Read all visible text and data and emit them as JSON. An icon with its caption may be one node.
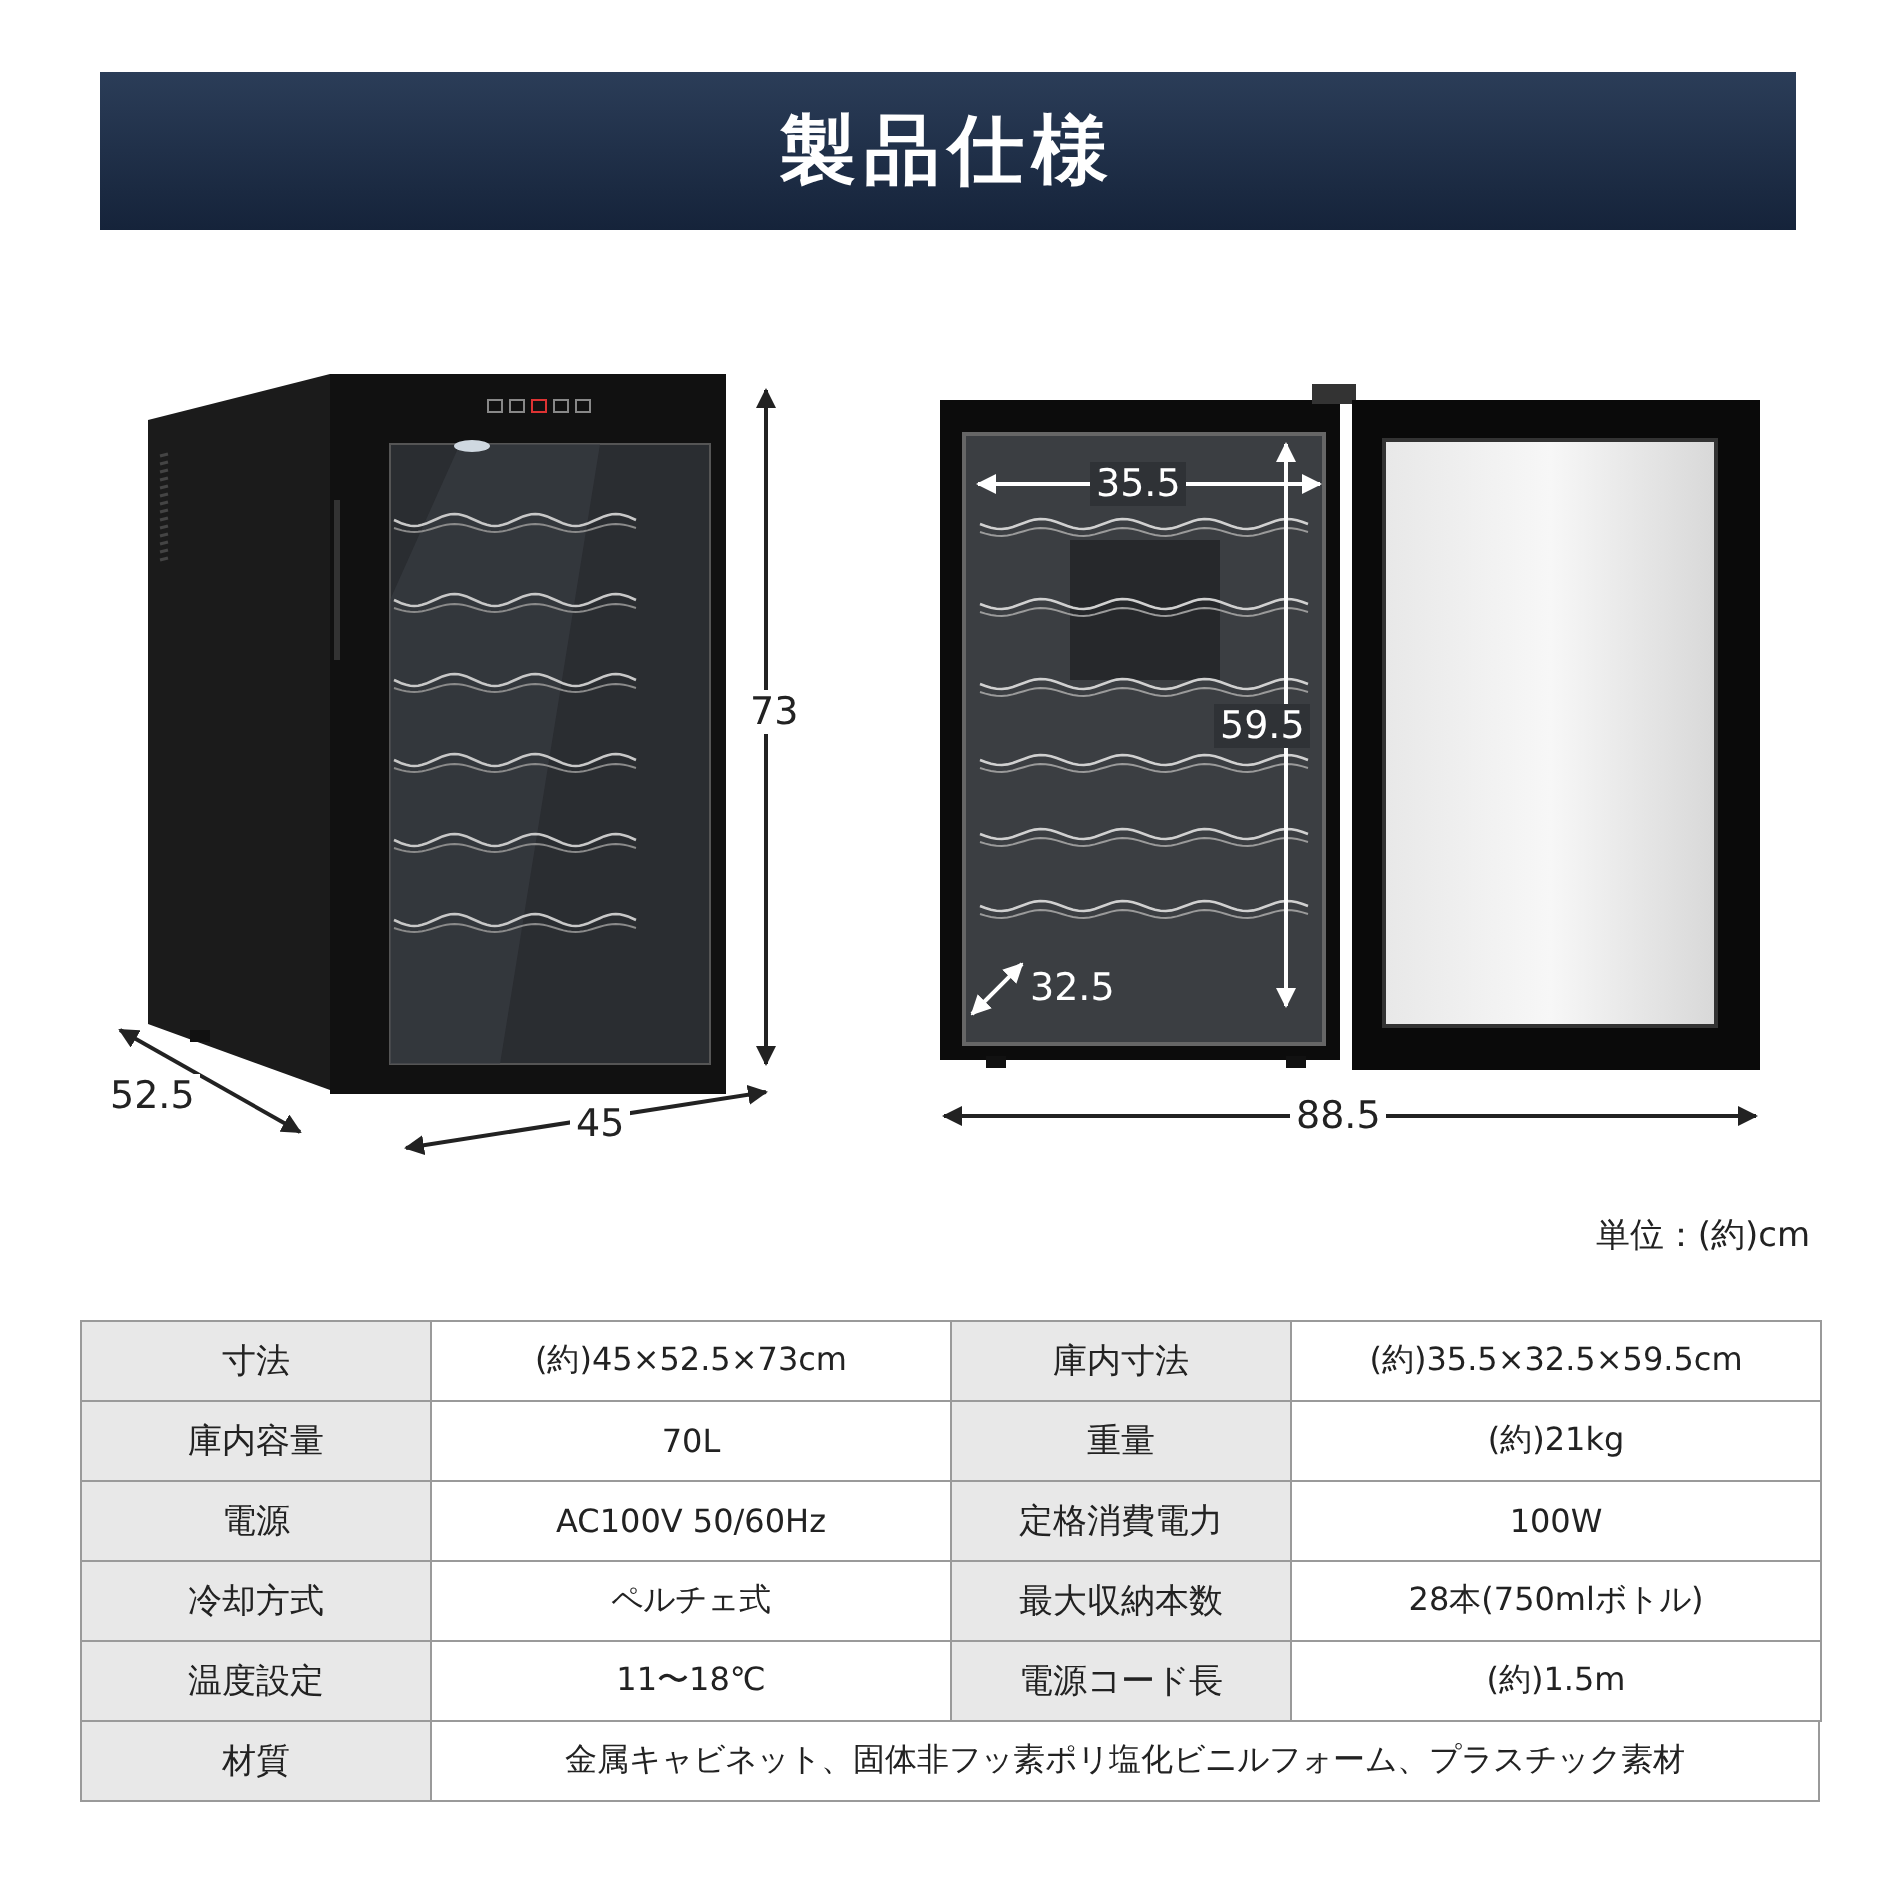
{
  "diagram": {
    "title": "製品仕様",
    "labels": [
      "73",
      "52.5",
      "45",
      "35.5",
      "59.5",
      "32.5",
      "88.5",
      "単位：(約)cm",
      "寸法",
      "(約)45×52.5×73cm",
      "庫内寸法",
      "(約)35.5×32.5×59.5cm",
      "庫内容量",
      "70L",
      "重量",
      "(約)21kg",
      "電源",
      "AC100V 50/60Hz",
      "定格消費電力",
      "100W",
      "冷却方式",
      "ペルチェ式",
      "最大収納本数",
      "28本(750mlボトル)",
      "温度設定",
      "11〜18℃",
      "電源コード長",
      "(約)1.5m",
      "材質",
      "金属キャビネット、固体非フッ素ポリ塩化ビニルフォーム、プラスチック素材"
    ]
  }
}
